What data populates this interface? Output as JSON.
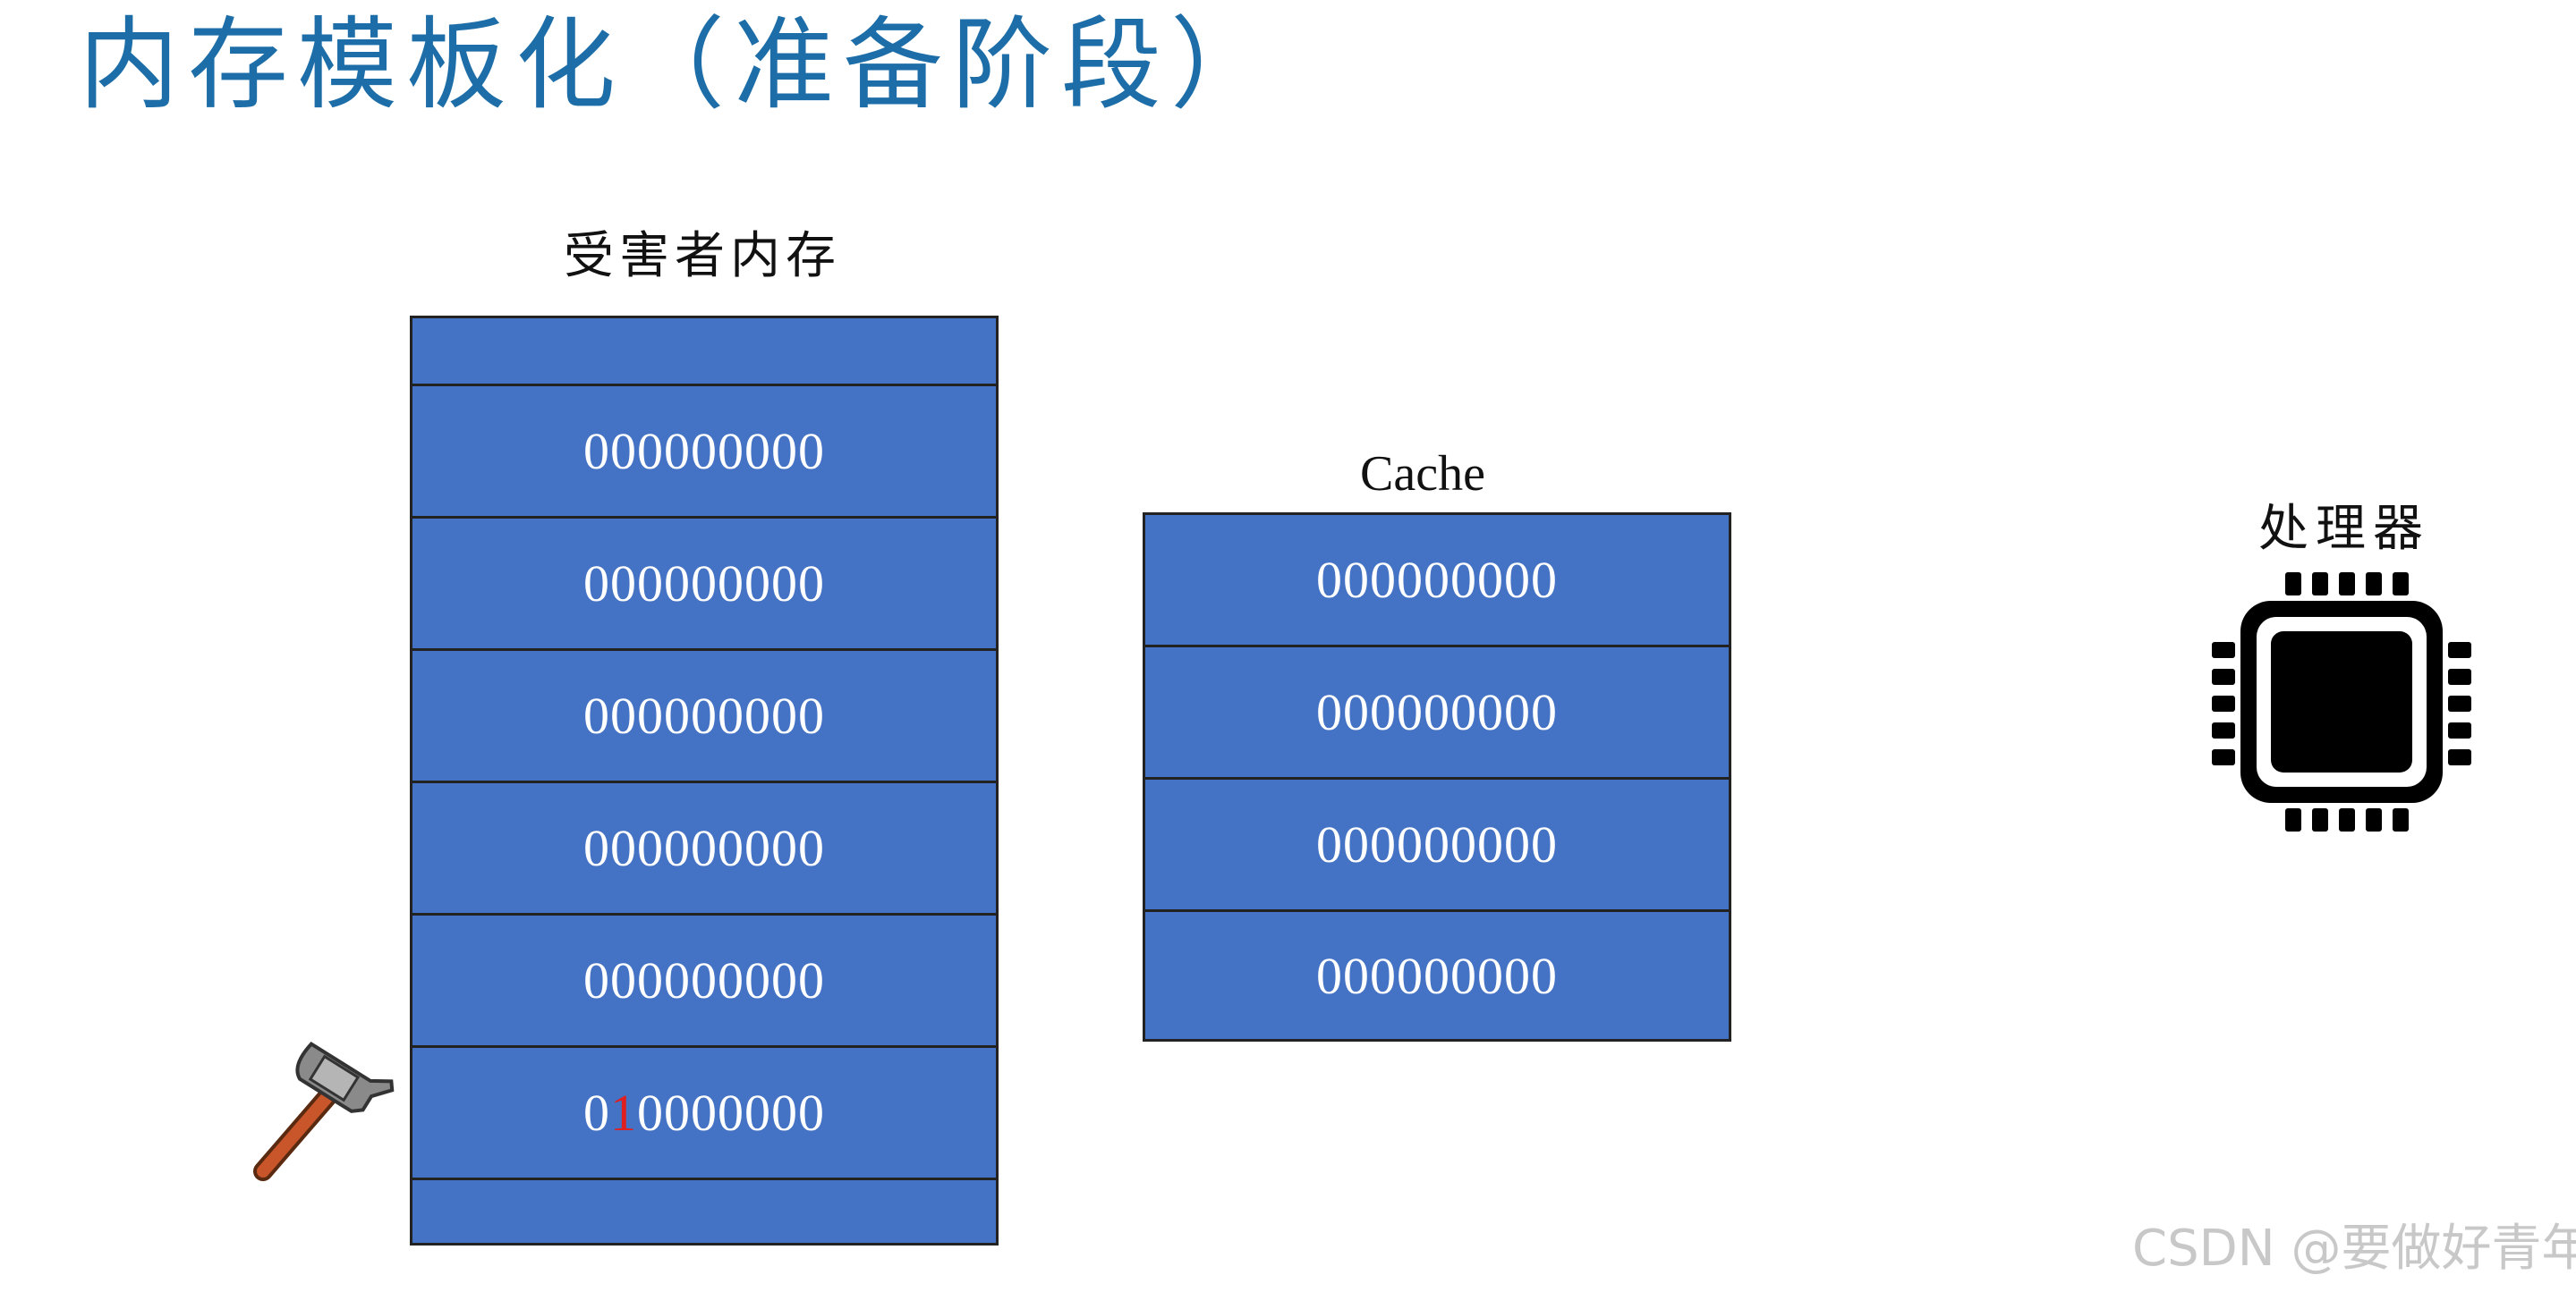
{
  "title": "内存模板化（准备阶段）",
  "victim_memory": {
    "label": "受害者内存",
    "rows": [
      "000000000",
      "000000000",
      "000000000",
      "000000000",
      "000000000"
    ],
    "flipped_row": {
      "prefix": "0",
      "flipped_bit": "1",
      "suffix": "0000000"
    }
  },
  "cache": {
    "label": "Cache",
    "rows": [
      "000000000",
      "000000000",
      "000000000",
      "000000000"
    ]
  },
  "processor": {
    "label": "处理器",
    "icon": "cpu-chip-icon"
  },
  "hammer_icon": "hammer-icon",
  "watermark": "CSDN @要做好青年",
  "colors": {
    "title": "#1d6ea8",
    "cell_fill": "#4472c4",
    "cell_text": "#ffffff",
    "flipped_bit": "#e02020"
  }
}
